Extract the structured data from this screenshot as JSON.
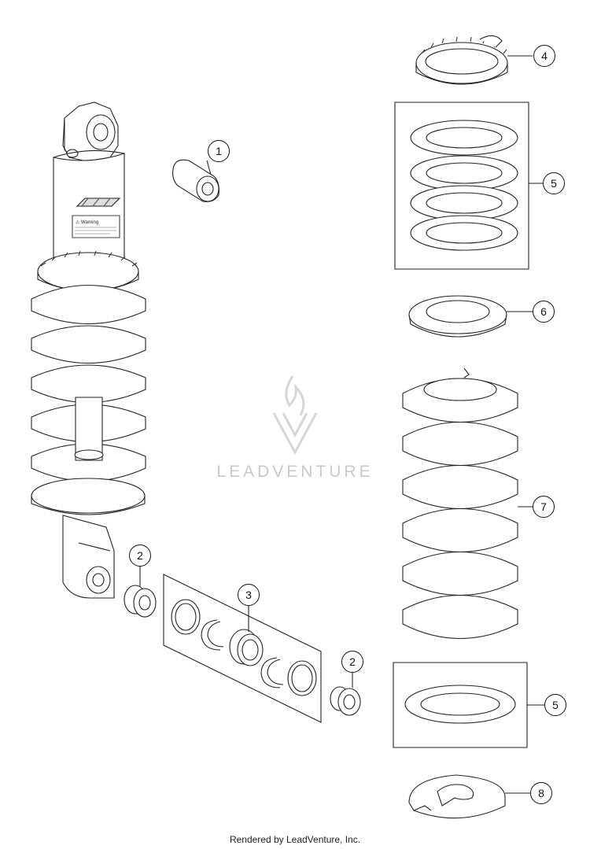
{
  "diagram": {
    "callouts": [
      {
        "id": "callout-1",
        "label": "1"
      },
      {
        "id": "callout-2a",
        "label": "2"
      },
      {
        "id": "callout-2b",
        "label": "2"
      },
      {
        "id": "callout-3",
        "label": "3"
      },
      {
        "id": "callout-4",
        "label": "4"
      },
      {
        "id": "callout-5a",
        "label": "5"
      },
      {
        "id": "callout-5b",
        "label": "5"
      },
      {
        "id": "callout-6",
        "label": "6"
      },
      {
        "id": "callout-7",
        "label": "7"
      },
      {
        "id": "callout-8",
        "label": "8"
      }
    ],
    "warning_label": "⚠ Warning",
    "watermark": "LEADVENTURE",
    "footer": "Rendered by LeadVenture, Inc."
  }
}
